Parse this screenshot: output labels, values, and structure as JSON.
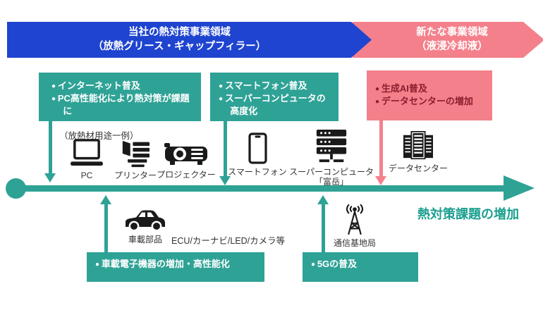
{
  "colors": {
    "blue": "#1e44d0",
    "pink": "#f4808b",
    "teal": "#2fa296",
    "teal_text": "#1b9f90",
    "dark_red_text": "#8b1e2e"
  },
  "banners": {
    "company": {
      "line1": "当社の熱対策事業領域",
      "line2": "（放熱グリース・ギャップフィラー）"
    },
    "new_business": {
      "line1": "新たな事業領域",
      "line2": "（液浸冷却液）"
    }
  },
  "callouts": {
    "internet": {
      "items": [
        "インターネット普及",
        "PC高性能化により熱対策が課題に"
      ]
    },
    "smartphone": {
      "items": [
        "スマートフォン普及",
        "スーパーコンピュータの高度化"
      ]
    },
    "ai": {
      "items": [
        "生成AI普及",
        "データセンターの増加"
      ]
    },
    "automotive": {
      "items": [
        "車載電子機器の増加・高性能化"
      ]
    },
    "five_g": {
      "items": [
        "5Gの普及"
      ]
    }
  },
  "captions": {
    "material_example": "（放熱材用途一例）",
    "ecu_note": "ECU/カーナビ/LED/カメラ等",
    "timeline": "熱対策課題の増加"
  },
  "icon_labels": {
    "pc": "PC",
    "printer": "プリンター",
    "projector": "プロジェクター",
    "smartphone": "スマートフォン",
    "supercomputer_line1": "スーパーコンピュータ",
    "supercomputer_line2": "「富岳」",
    "datacenter": "データセンター",
    "car": "車載部品",
    "tower": "通信基地局"
  }
}
